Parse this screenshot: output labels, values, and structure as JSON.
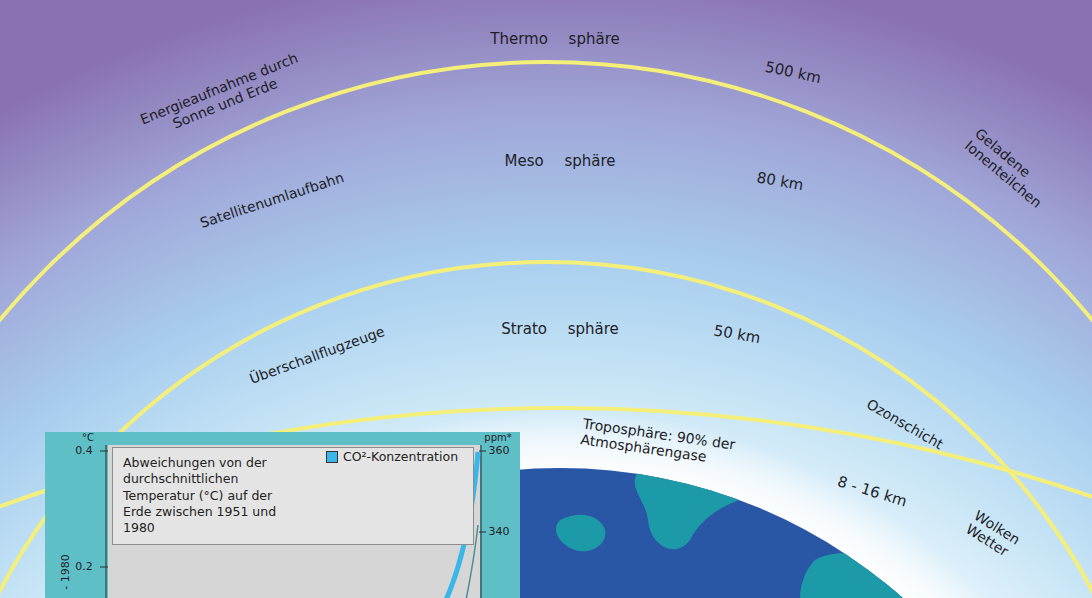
{
  "diagram": {
    "nodes": [
      {
        "text": [
          "Abweichungen von der durchschnittlichen Temperatur (°C) auf der Erde zwischen 1951 und 1980"
        ]
      }
    ],
    "labels": [
      "Thermo sphäre",
      "Energieaufnahme durch Sonne und Erde",
      "500 km",
      "Meso sphäre",
      "Satellitenumlaufbahn",
      "80 km",
      "Geladene Ionenteilchen",
      "Strato sphäre",
      "Überschallflugzeuge",
      "50 km",
      "Ozonschicht",
      "Troposphäre: 90% der Atmosphärengase",
      "8 - 16 km",
      "Wolken Wetter",
      "°C",
      "0.4",
      "0.2",
      "- 1980",
      "ppm*",
      "360",
      "340"
    ],
    "legend": [
      {
        "text": "CO²-Konzentration",
        "color": "#3bb6e8"
      }
    ]
  }
}
